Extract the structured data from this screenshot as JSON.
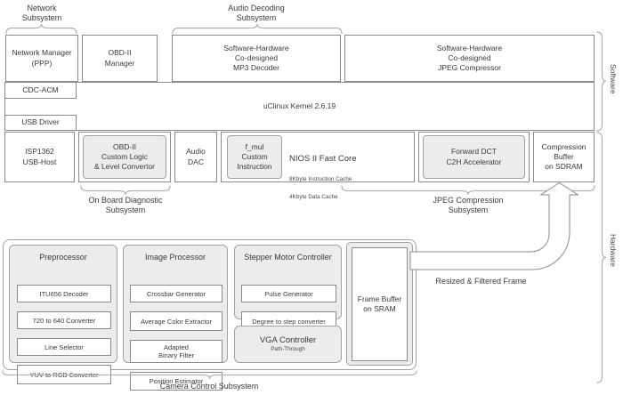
{
  "subsystem_labels": {
    "network": "Network\nSubsystem",
    "audio_decoding": "Audio Decoding\nSubsystem",
    "on_board_diagnostic": "On Board Diagnostic\nSubsystem",
    "jpeg_compression": "JPEG Compression\nSubsystem",
    "camera_control": "Camera Control Subsystem"
  },
  "side_labels": {
    "software": "Software",
    "hardware": "Hardware"
  },
  "software_layer": {
    "network_manager": "Network Manager\n(PPP)",
    "obdii_manager": "OBD-II\nManager",
    "mp3_decoder": "Software-Hardware\nCo-designed\nMP3 Decoder",
    "jpeg_compressor": "Software-Hardware\nCo-designed\nJPEG Compressor",
    "cdc_acm": "CDC-ACM",
    "kernel": "uClinux Kernel 2.6.19",
    "usb_driver": "USB Driver"
  },
  "hardware_layer": {
    "usb_host": "ISP1362\nUSB-Host",
    "obdii_custom_logic": "OBD-II\nCustom Logic\n& Level Convertor",
    "audio_dac": "Audio\nDAC",
    "f_mul": "f_mul\nCustom\nInstruction",
    "nios_core": {
      "title": "NIOS II Fast Core",
      "cache_line1": "8Kbyte Instruction Cache",
      "cache_line2": "4Kbyte Data Cache"
    },
    "forward_dct": "Forward DCT\nC2H Accelerator",
    "compression_buffer": "Compression\nBuffer\non SDRAM"
  },
  "camera_subsystem": {
    "preprocessor": {
      "title": "Preprocessor",
      "blocks": [
        "ITU656 Decoder",
        "720 to 640 Converter",
        "Line Selector",
        "YUV to RGB Converter"
      ]
    },
    "image_processor": {
      "title": "Image Processor",
      "blocks": [
        "Crossbar Generator",
        "Average Color Extractor",
        "Adapted\nBinary Filter",
        "Position Estimator"
      ]
    },
    "stepper_motor": {
      "title": "Stepper Motor Controller",
      "blocks": [
        "Pulse Generator",
        "Degree to step converter"
      ]
    },
    "vga_controller": {
      "title": "VGA Controller",
      "subtitle": "Path-Through"
    },
    "frame_buffer": "Frame Buffer\non SRAM"
  },
  "annotations": {
    "resized_frame": "Resized & Filtered Frame"
  },
  "colors": {
    "box_border": "#8b8b8b",
    "gray_fill": "#ececec",
    "brace": "#b2b2b2",
    "text": "#3a3a3a"
  }
}
